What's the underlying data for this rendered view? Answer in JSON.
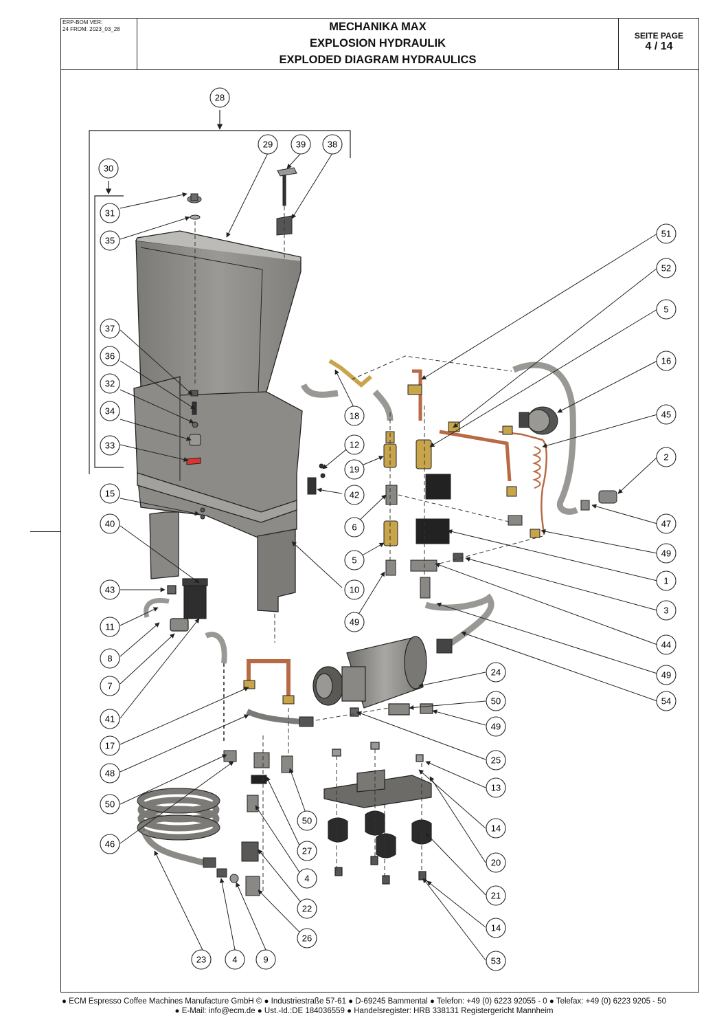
{
  "header": {
    "version": "ERP-BOM VER:",
    "version_date": "24 FROM: 2023_03_28",
    "title": [
      "MECHANIKA MAX",
      "EXPLOSION HYDRAULIK",
      "EXPLODED DIAGRAM HYDRAULICS"
    ],
    "page_label": "SEITE  PAGE",
    "page_number": "4 / 14"
  },
  "footer": {
    "line1": "● ECM Espresso Coffee Machines Manufacture GmbH © ● Industriestraße 57-61 ● D-69245 Bammental ● Telefon: +49 (0) 6223 92055 - 0 ● Telefax: +49 (0) 6223 9205 - 50",
    "line2": "● E-Mail: info@ecm.de ● Ust.-Id.:DE 184036559 ● Handelsregister: HRB 338131 Registergericht Mannheim"
  },
  "callouts": [
    "28",
    "29",
    "39",
    "38",
    "30",
    "31",
    "35",
    "37",
    "36",
    "32",
    "34",
    "33",
    "15",
    "40",
    "43",
    "11",
    "8",
    "7",
    "41",
    "17",
    "48",
    "50",
    "46",
    "23",
    "4",
    "9",
    "26",
    "22",
    "4",
    "27",
    "50",
    "18",
    "12",
    "19",
    "42",
    "6",
    "5",
    "49",
    "10",
    "51",
    "52",
    "5",
    "16",
    "45",
    "2",
    "47",
    "49",
    "1",
    "3",
    "44",
    "49",
    "54",
    "24",
    "50",
    "49",
    "25",
    "13",
    "14",
    "20",
    "21",
    "14",
    "53"
  ],
  "colors": {
    "line": "#222222",
    "tank": "#8c8a86",
    "metal": "#9a9894",
    "copper": "#b86a45",
    "brass": "#c8a44a",
    "dark": "#3a3a3a"
  }
}
